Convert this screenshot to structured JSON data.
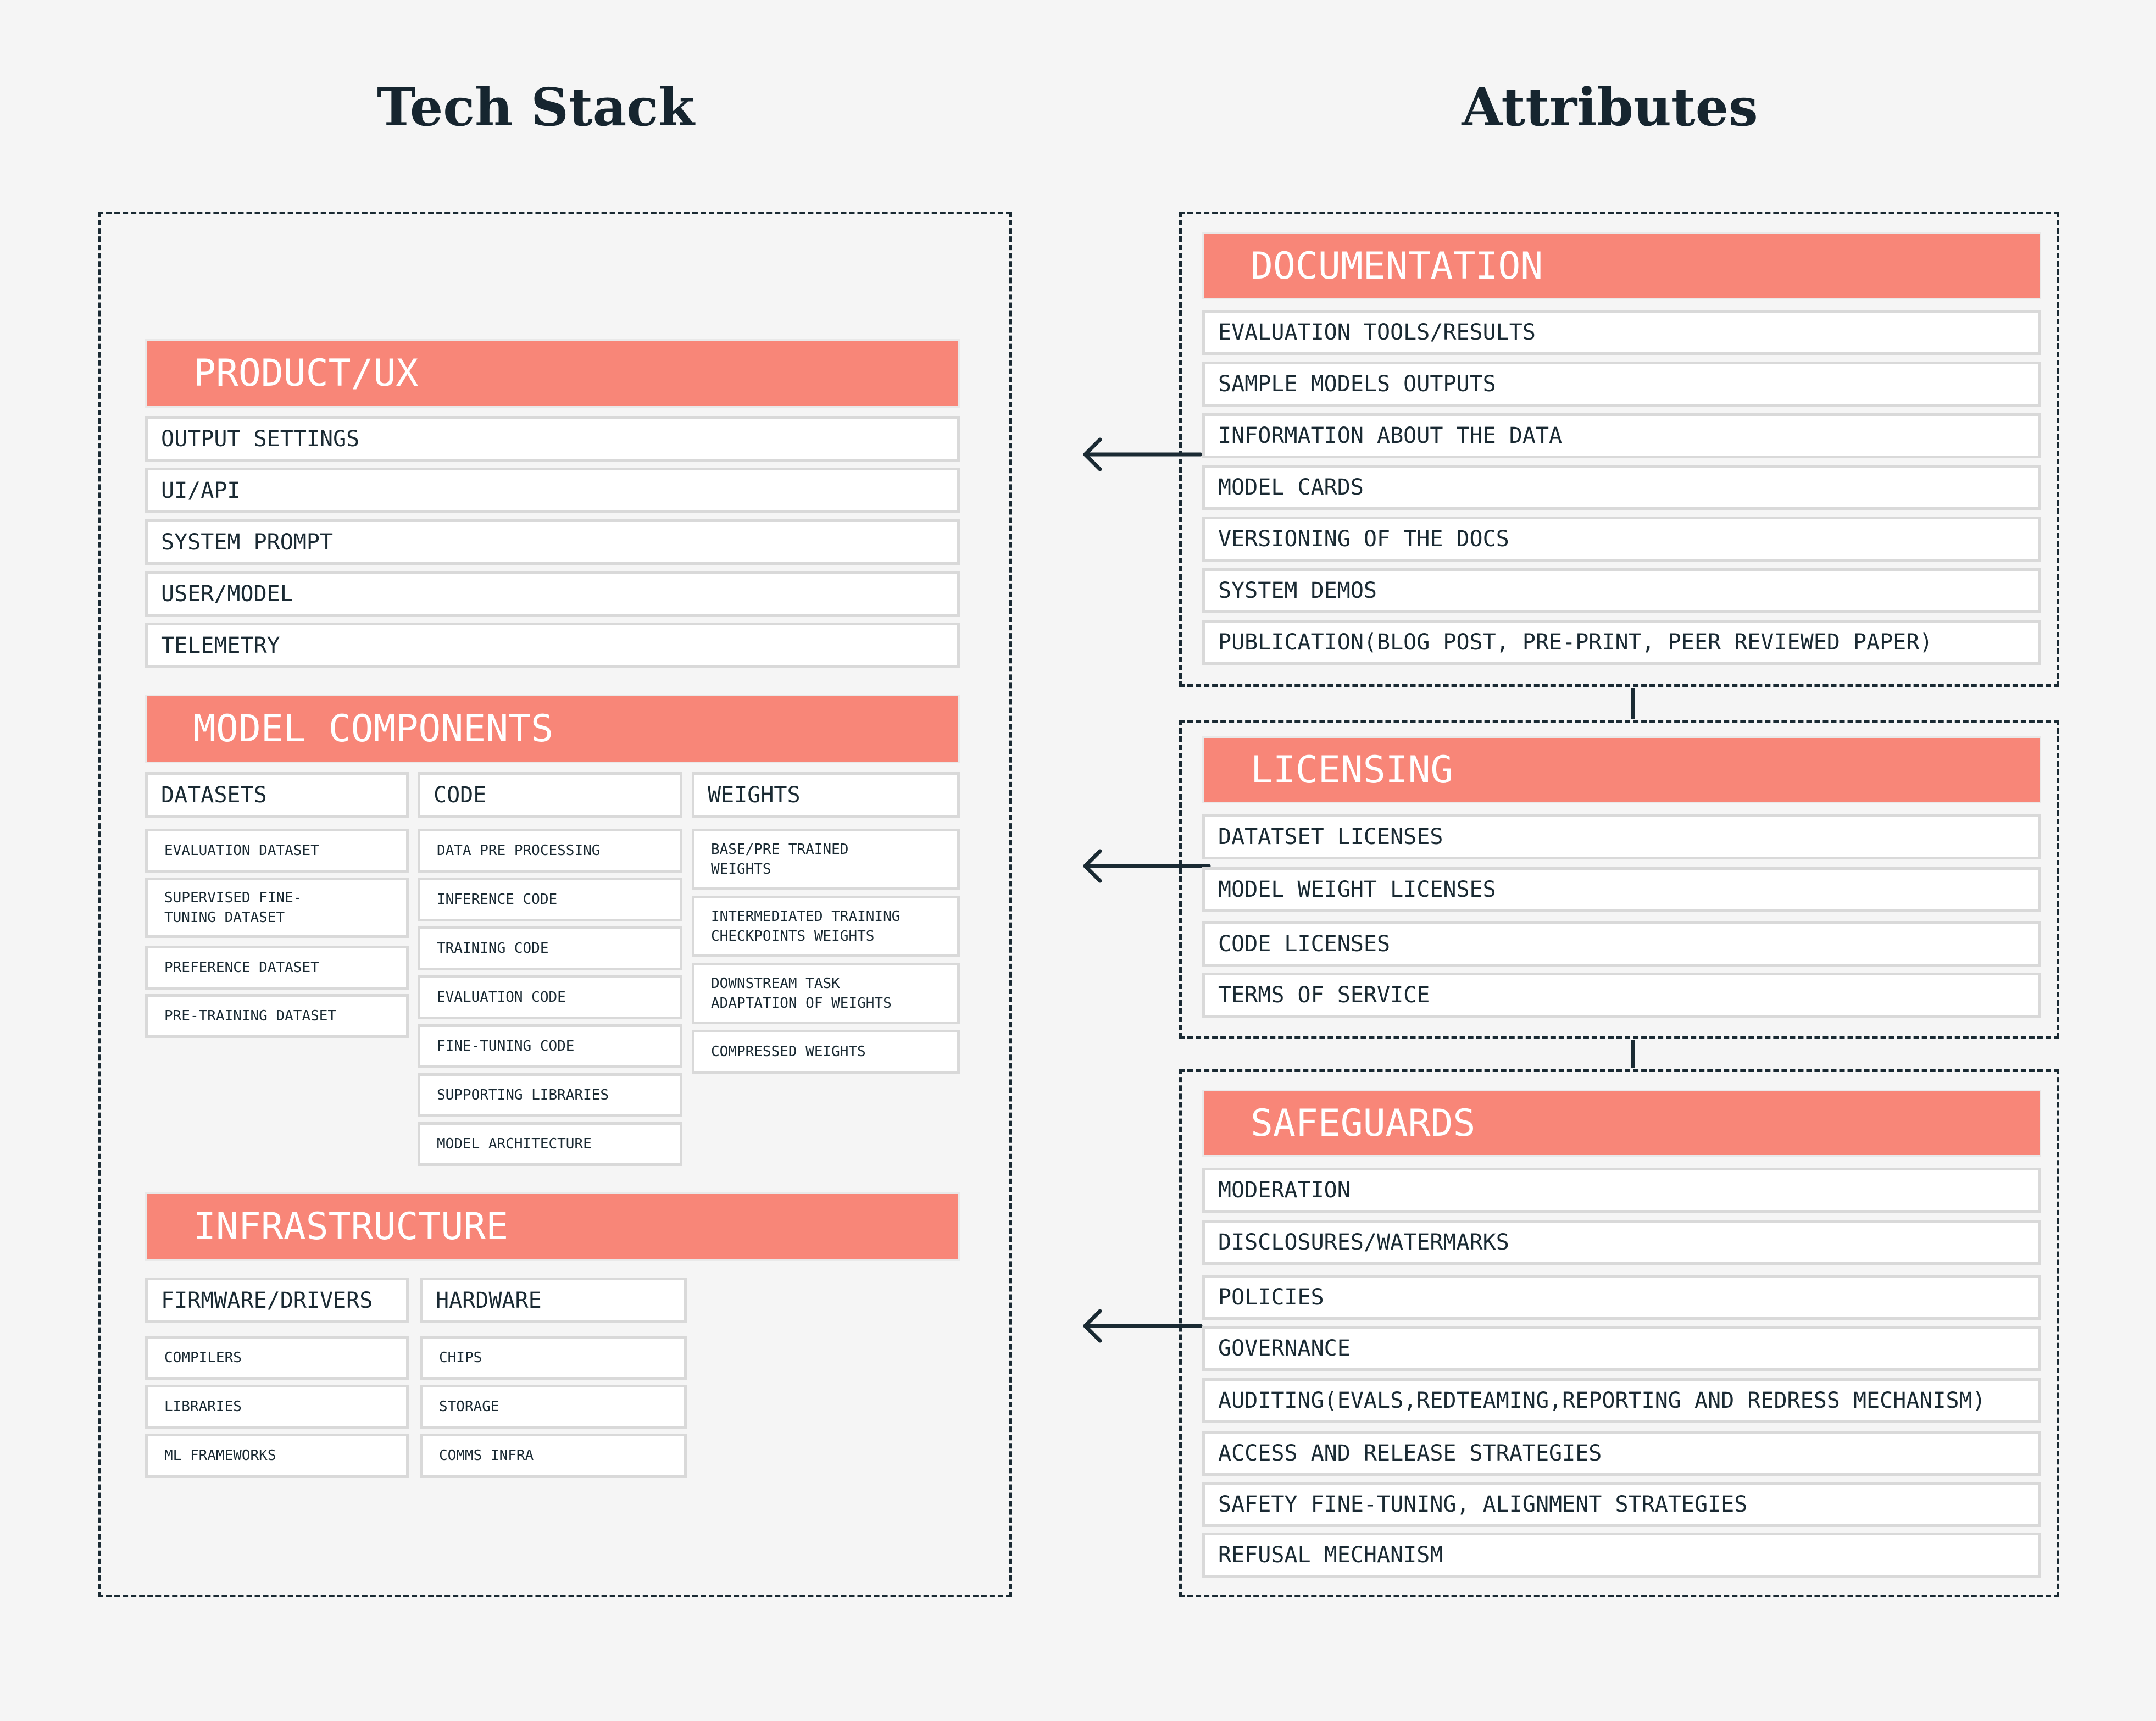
{
  "titles": {
    "left": "Tech Stack",
    "right": "Attributes"
  },
  "product_ux": {
    "header": "PRODUCT/UX",
    "items": [
      "OUTPUT SETTINGS",
      "UI/API",
      "SYSTEM PROMPT",
      "USER/MODEL",
      "TELEMETRY"
    ]
  },
  "model_components": {
    "header": "MODEL COMPONENTS",
    "datasets": {
      "label": "DATASETS",
      "items": [
        "EVALUATION DATASET",
        "SUPERVISED FINE-\nTUNING DATASET",
        "PREFERENCE DATASET",
        "PRE-TRAINING DATASET"
      ]
    },
    "code": {
      "label": "CODE",
      "items": [
        "DATA PRE PROCESSING",
        "INFERENCE CODE",
        "TRAINING CODE",
        "EVALUATION CODE",
        "FINE-TUNING CODE",
        "SUPPORTING LIBRARIES",
        "MODEL ARCHITECTURE"
      ]
    },
    "weights": {
      "label": "WEIGHTS",
      "items": [
        "BASE/PRE TRAINED\nWEIGHTS",
        "INTERMEDIATED TRAINING\nCHECKPOINTS WEIGHTS",
        "DOWNSTREAM TASK\nADAPTATION OF WEIGHTS",
        "COMPRESSED WEIGHTS"
      ]
    }
  },
  "infrastructure": {
    "header": "INFRASTRUCTURE",
    "firmware": {
      "label": "FIRMWARE/DRIVERS",
      "items": [
        "COMPILERS",
        "LIBRARIES",
        "ML FRAMEWORKS"
      ]
    },
    "hardware": {
      "label": "HARDWARE",
      "items": [
        "CHIPS",
        "STORAGE",
        "COMMS INFRA"
      ]
    }
  },
  "documentation": {
    "header": "DOCUMENTATION",
    "items": [
      "EVALUATION TOOLS/RESULTS",
      "SAMPLE MODELS OUTPUTS",
      "INFORMATION ABOUT THE DATA",
      "MODEL CARDS",
      "VERSIONING OF THE DOCS",
      "SYSTEM DEMOS",
      "PUBLICATION(BLOG POST, PRE-PRINT, PEER REVIEWED PAPER)"
    ]
  },
  "licensing": {
    "header": "LICENSING",
    "items": [
      "DATATSET LICENSES",
      "MODEL WEIGHT LICENSES",
      "CODE LICENSES",
      "TERMS OF SERVICE"
    ]
  },
  "safeguards": {
    "header": "SAFEGUARDS",
    "items": [
      "MODERATION",
      "DISCLOSURES/WATERMARKS",
      "POLICIES",
      "GOVERNANCE",
      "AUDITING(EVALS,REDTEAMING,REPORTING AND REDRESS MECHANISM)",
      "ACCESS AND RELEASE STRATEGIES",
      "SAFETY FINE-TUNING, ALIGNMENT STRATEGIES",
      "REFUSAL MECHANISM"
    ]
  },
  "colors": {
    "header_fill": "#f88678",
    "ink": "#1a2a33",
    "background": "#f5f5f5"
  }
}
